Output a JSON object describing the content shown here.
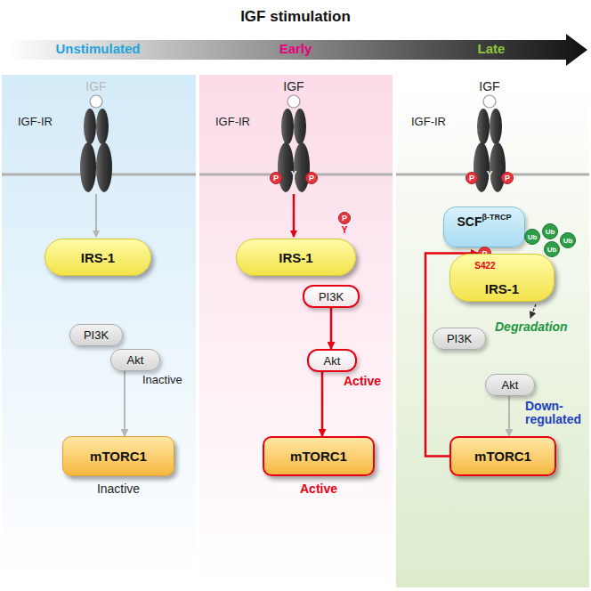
{
  "diagram": {
    "title": "IGF stimulation",
    "nodes": [
      {
        "text": [
          "IRS-1"
        ]
      },
      {
        "text": [
          "PI3K"
        ]
      },
      {
        "text": [
          "Akt"
        ]
      },
      {
        "text": [
          "mTORC1"
        ]
      },
      {
        "text": [
          "P"
        ]
      },
      {
        "text": [
          "P"
        ]
      },
      {
        "text": [
          "P"
        ]
      },
      {
        "text": [
          "IRS-1"
        ]
      },
      {
        "text": [
          "PI3K"
        ]
      },
      {
        "text": [
          "Akt"
        ]
      },
      {
        "text": [
          "mTORC1"
        ]
      },
      {
        "text": [
          "P"
        ]
      },
      {
        "text": [
          "P"
        ]
      },
      {
        "text": [
          "SCF",
          "β-TRCP"
        ]
      },
      {
        "text": [
          "P"
        ]
      },
      {
        "text": [
          "Ub"
        ]
      },
      {
        "text": [
          "Ub"
        ]
      },
      {
        "text": [
          "Ub"
        ]
      },
      {
        "text": [
          "Ub"
        ]
      },
      {
        "text": [
          "IRS-1"
        ]
      },
      {
        "text": [
          "PI3K"
        ]
      },
      {
        "text": [
          "Akt"
        ]
      },
      {
        "text": [
          "mTORC1"
        ]
      }
    ],
    "edges": [
      {
        "from": 2,
        "to": 3,
        "arrow": "to"
      },
      {
        "from": 8,
        "to": 9,
        "arrow": "to"
      },
      {
        "from": 9,
        "to": 10,
        "arrow": "to"
      },
      {
        "from": 22,
        "to": 14,
        "arrow": "to"
      },
      {
        "from": 21,
        "to": 22,
        "arrow": "to"
      }
    ],
    "labels": [
      "Unstimulated",
      "Early",
      "Late",
      "IGF",
      "IGF-IR",
      "Inactive",
      "Inactive",
      "IGF",
      "IGF-IR",
      "Y",
      "Y",
      "Active",
      "Active",
      "IGF",
      "IGF-IR",
      "Y",
      "S422",
      "Degradation",
      "Down-regulated"
    ]
  }
}
